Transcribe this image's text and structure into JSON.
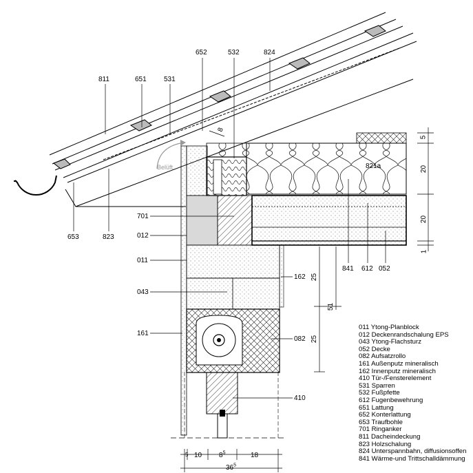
{
  "labels": {
    "l811": "811",
    "l651": "651",
    "l531": "531",
    "l652": "652",
    "l532": "532",
    "l824": "824",
    "l653": "653",
    "l823": "823",
    "l701": "701",
    "l012": "012",
    "l011": "011",
    "l043": "043",
    "l161": "161",
    "l162": "162",
    "l082": "082",
    "l410": "410",
    "l841": "841",
    "l612": "612",
    "l052": "052",
    "l821a": "821a",
    "belueft": "Belüft."
  },
  "dimensions": {
    "right_5": "5",
    "right_20a": "20",
    "right_20b": "20",
    "right_1": "1",
    "v25a": "25",
    "v51": "51",
    "v25b": "25",
    "top_8": "8",
    "b5": "5",
    "b10": "10",
    "b8": "8",
    "b8_sup": "5",
    "b18": "18",
    "b36": "36",
    "b36_sup": "5"
  },
  "legend": [
    "011 Ytong-Planblock",
    "012 Deckenrandschalung EPS",
    "043 Ytong-Flachsturz",
    "052 Decke",
    "082 Aufsatzrollo",
    "161 Außenputz mineralisch",
    "162 Innenputz mineralisch",
    "410 Tür-/Fensterelement",
    "531 Sparren",
    "532 Fußpfette",
    "612 Fugenbewehrung",
    "651 Lattung",
    "652 Konterlattung",
    "653 Traufbohle",
    "701 Ringanker",
    "811 Dacheindeckung",
    "823 Holzschalung",
    "824 Unterspannbahn, diffusionsoffen",
    "841 Wärme-und Trittschalldämmung"
  ]
}
